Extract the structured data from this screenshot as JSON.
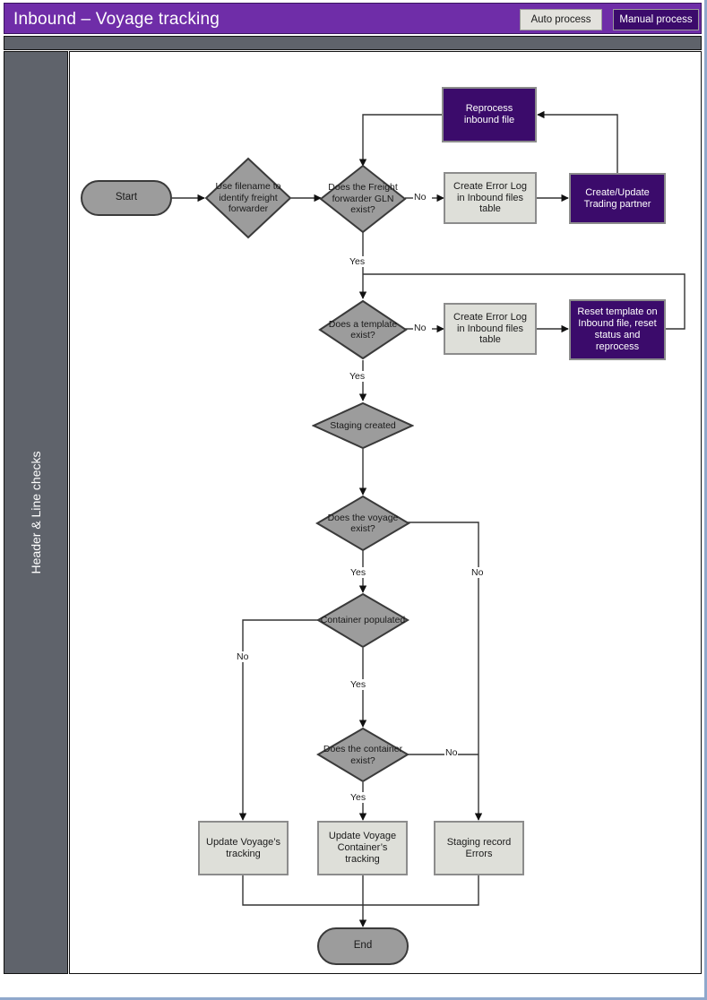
{
  "header": {
    "title": "Inbound – Voyage tracking",
    "legend": [
      {
        "label": "Auto process",
        "type": "auto",
        "color": "#e3e2dd"
      },
      {
        "label": "Manual process",
        "type": "manual",
        "color": "#3b0b6b"
      }
    ]
  },
  "sidebar": {
    "lane_label": "Header & Line checks"
  },
  "colors": {
    "header_purple": "#6f2da8",
    "manual_purple": "#3b0b6b",
    "auto_gray": "#dedfd9",
    "decision_gray": "#9c9c9c",
    "lane_gray": "#5f636b",
    "outer_border_blue": "#8fa8cc"
  },
  "nodes": {
    "start": "Start",
    "use_filename": "Use filename to identify freight forwarder",
    "gln_exists": "Does the Freight forwarder GLN exist?",
    "reprocess_inbound": "Reprocess inbound file",
    "error_log_1": "Create Error Log in Inbound files table",
    "create_update_partner": "Create/Update Trading partner",
    "template_exists": "Does a template exist?",
    "error_log_2": "Create Error Log in Inbound files table",
    "reset_template": "Reset template on Inbound file, reset status and reprocess",
    "staging_created": "Staging created",
    "voyage_exists": "Does the voyage exist?",
    "container_populated": "Container populated",
    "container_exists": "Does the container exist?",
    "update_voyage_tracking": "Update Voyage’s tracking",
    "update_voyage_container_tracking": "Update Voyage Container’s tracking",
    "staging_record_errors": "Staging record Errors",
    "end": "End"
  },
  "edge_labels": {
    "gln_no": "No",
    "gln_yes": "Yes",
    "template_no": "No",
    "template_yes": "Yes",
    "voyage_yes": "Yes",
    "voyage_no": "No",
    "container_populated_no": "No",
    "container_populated_yes": "Yes",
    "container_exists_no": "No",
    "container_exists_yes": "Yes"
  }
}
